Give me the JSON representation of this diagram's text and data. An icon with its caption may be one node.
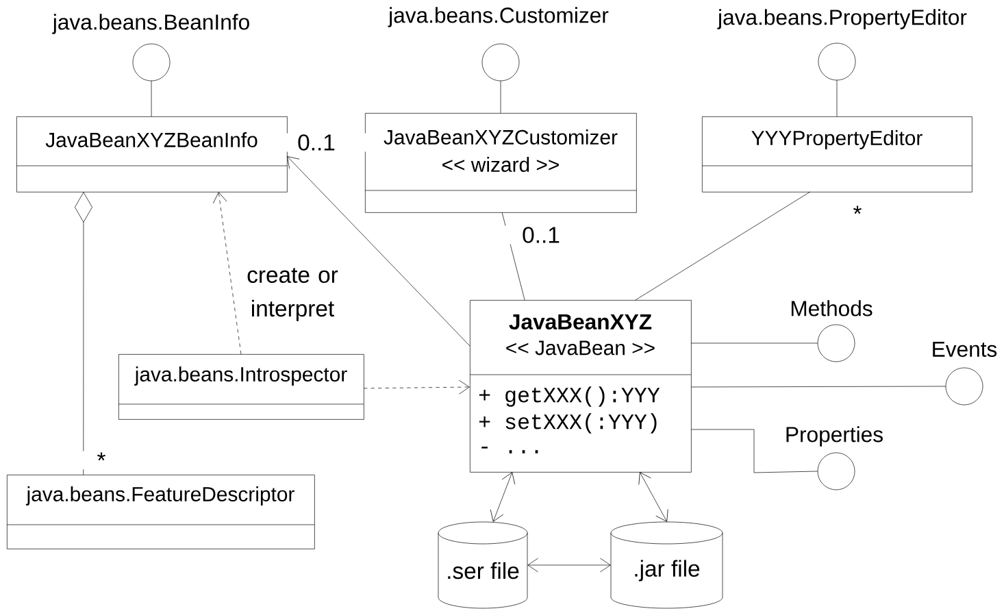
{
  "diagram": {
    "nodes": [
      {
        "text": [
          "java.beans.BeanInfo"
        ]
      },
      {
        "text": [
          "JavaBeanXYZBeanInfo"
        ]
      },
      {
        "text": [
          "java.beans.Customizer"
        ]
      },
      {
        "text": [
          "JavaBeanXYZCustomizer",
          "<< wizard >>"
        ]
      },
      {
        "text": [
          "java.beans.PropertyEditor"
        ]
      },
      {
        "text": [
          "YYYPropertyEditor"
        ]
      },
      {
        "text": [
          "java.beans.Introspector"
        ]
      },
      {
        "text": [
          "JavaBeanXYZ",
          "<< JavaBean >>",
          "+ getXXX():YYY",
          "+ setXXX(:YYY)",
          "- ..."
        ]
      },
      {
        "text": [
          "Methods"
        ]
      },
      {
        "text": [
          "Events"
        ]
      },
      {
        "text": [
          "Properties"
        ]
      },
      {
        "text": [
          "java.beans.FeatureDescriptor"
        ]
      },
      {
        "text": [
          ".ser file"
        ]
      },
      {
        "text": [
          ".jar file"
        ]
      }
    ],
    "edges": [
      {
        "from": 1,
        "to": 0,
        "arrow": "none"
      },
      {
        "from": 3,
        "to": 2,
        "arrow": "none"
      },
      {
        "from": 5,
        "to": 4,
        "arrow": "none"
      },
      {
        "from": 7,
        "to": 1,
        "arrow": "to",
        "label": "0..1"
      },
      {
        "from": 3,
        "to": 7,
        "arrow": "none",
        "label": "0..1"
      },
      {
        "from": 5,
        "to": 7,
        "arrow": "none",
        "label": "*"
      },
      {
        "from": 6,
        "to": 1,
        "arrow": "to",
        "style": "dashed",
        "label": "create or interpret"
      },
      {
        "from": 6,
        "to": 7,
        "arrow": "to",
        "style": "dashed"
      },
      {
        "from": 11,
        "to": 1,
        "arrow": "other",
        "label": "*"
      },
      {
        "from": 7,
        "to": 8,
        "arrow": "none"
      },
      {
        "from": 7,
        "to": 9,
        "arrow": "none"
      },
      {
        "from": 7,
        "to": 10,
        "arrow": "none"
      },
      {
        "from": 7,
        "to": 12,
        "arrow": "both"
      },
      {
        "from": 7,
        "to": 13,
        "arrow": "both"
      },
      {
        "from": 12,
        "to": 13,
        "arrow": "both"
      }
    ]
  }
}
